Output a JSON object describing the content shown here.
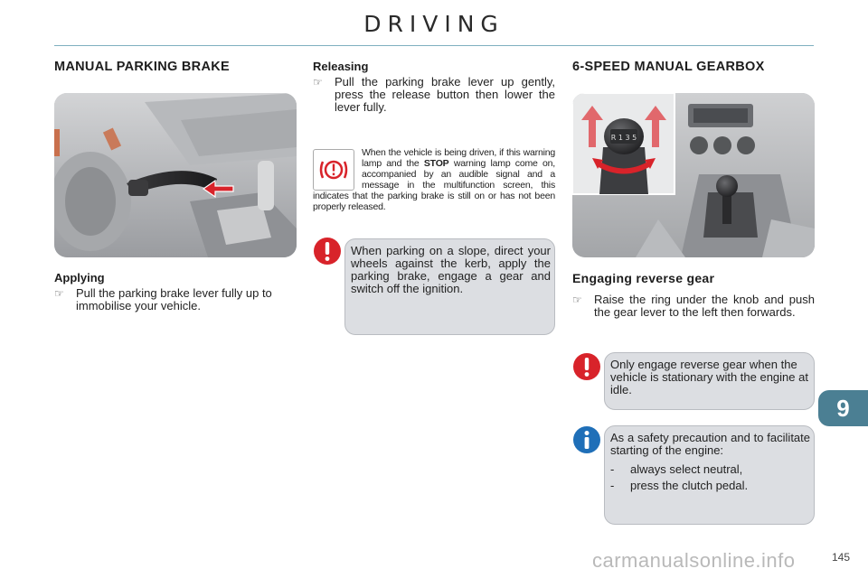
{
  "header": {
    "title": "DRIVING"
  },
  "left": {
    "title": "MANUAL PARKING BRAKE",
    "applying": {
      "title": "Applying",
      "bullet": "Pull the parking brake lever fully up to immobilise your vehicle."
    }
  },
  "middle": {
    "releasing": {
      "title": "Releasing",
      "bullet": "Pull the parking brake lever up gently, press the release button then lower the lever fully."
    },
    "warning_note": {
      "part1": "When the vehicle is being driven, if this warning lamp and the ",
      "stop": "STOP",
      "part2": " warning lamp come on, accompanied by an audible signal and a message in the multifunction screen, this indicates that the parking brake is still on or has not been properly released."
    },
    "slope_box": "When parking on a slope, direct your wheels against the kerb, apply the parking brake, engage a gear and switch off the ignition."
  },
  "right": {
    "title": "6-SPEED MANUAL GEARBOX",
    "reverse": {
      "title": "Engaging reverse gear",
      "bullet": "Raise the ring under the knob and push the gear lever to the left then forwards."
    },
    "warning_box": "Only engage reverse gear when the vehicle is stationary with the engine at idle.",
    "info_box": {
      "intro": "As a safety precaution and to facilitate starting of the engine:",
      "items": [
        "always select neutral,",
        "press the clutch pedal."
      ]
    }
  },
  "chapter": "9",
  "page_number": "145",
  "watermark": "carmanualsonline.info",
  "colors": {
    "accent": "#4b7f93",
    "warning_red": "#d8232a",
    "info_blue": "#1f6fb8",
    "box_grey": "#dcdee2"
  },
  "icons": [
    "bullet-pointer-icon",
    "brake-warning-lamp-icon",
    "warning-exclamation-icon",
    "info-icon"
  ]
}
